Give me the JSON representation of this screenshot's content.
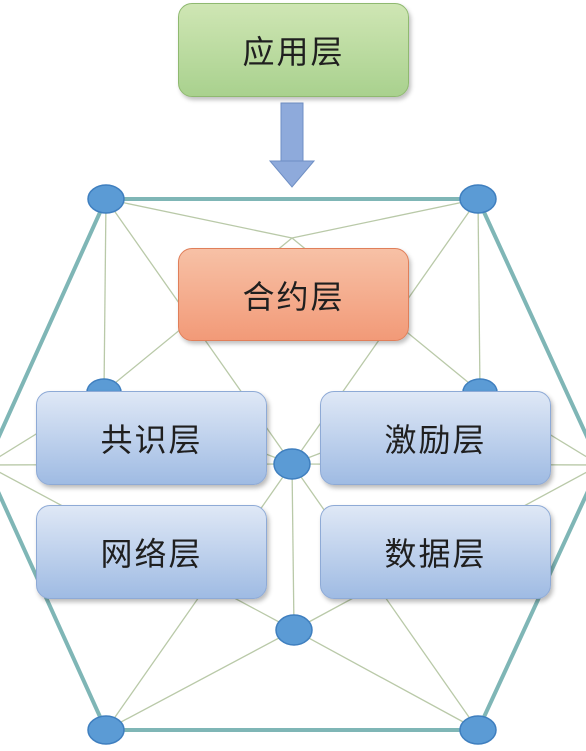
{
  "layers": {
    "application": "应用层",
    "contract": "合约层",
    "consensus": "共识层",
    "incentive": "激励层",
    "network": "网络层",
    "data": "数据层"
  },
  "colors": {
    "application_fill": "#a9d18e",
    "contract_fill": "#f29a78",
    "lower_layers_fill": "#9fbbe3",
    "arrow_fill": "#8eaadb",
    "node_fill": "#5b9bd5",
    "hexagon_stroke": "#7fb6b6",
    "mesh_line": "#b9c9a8"
  }
}
